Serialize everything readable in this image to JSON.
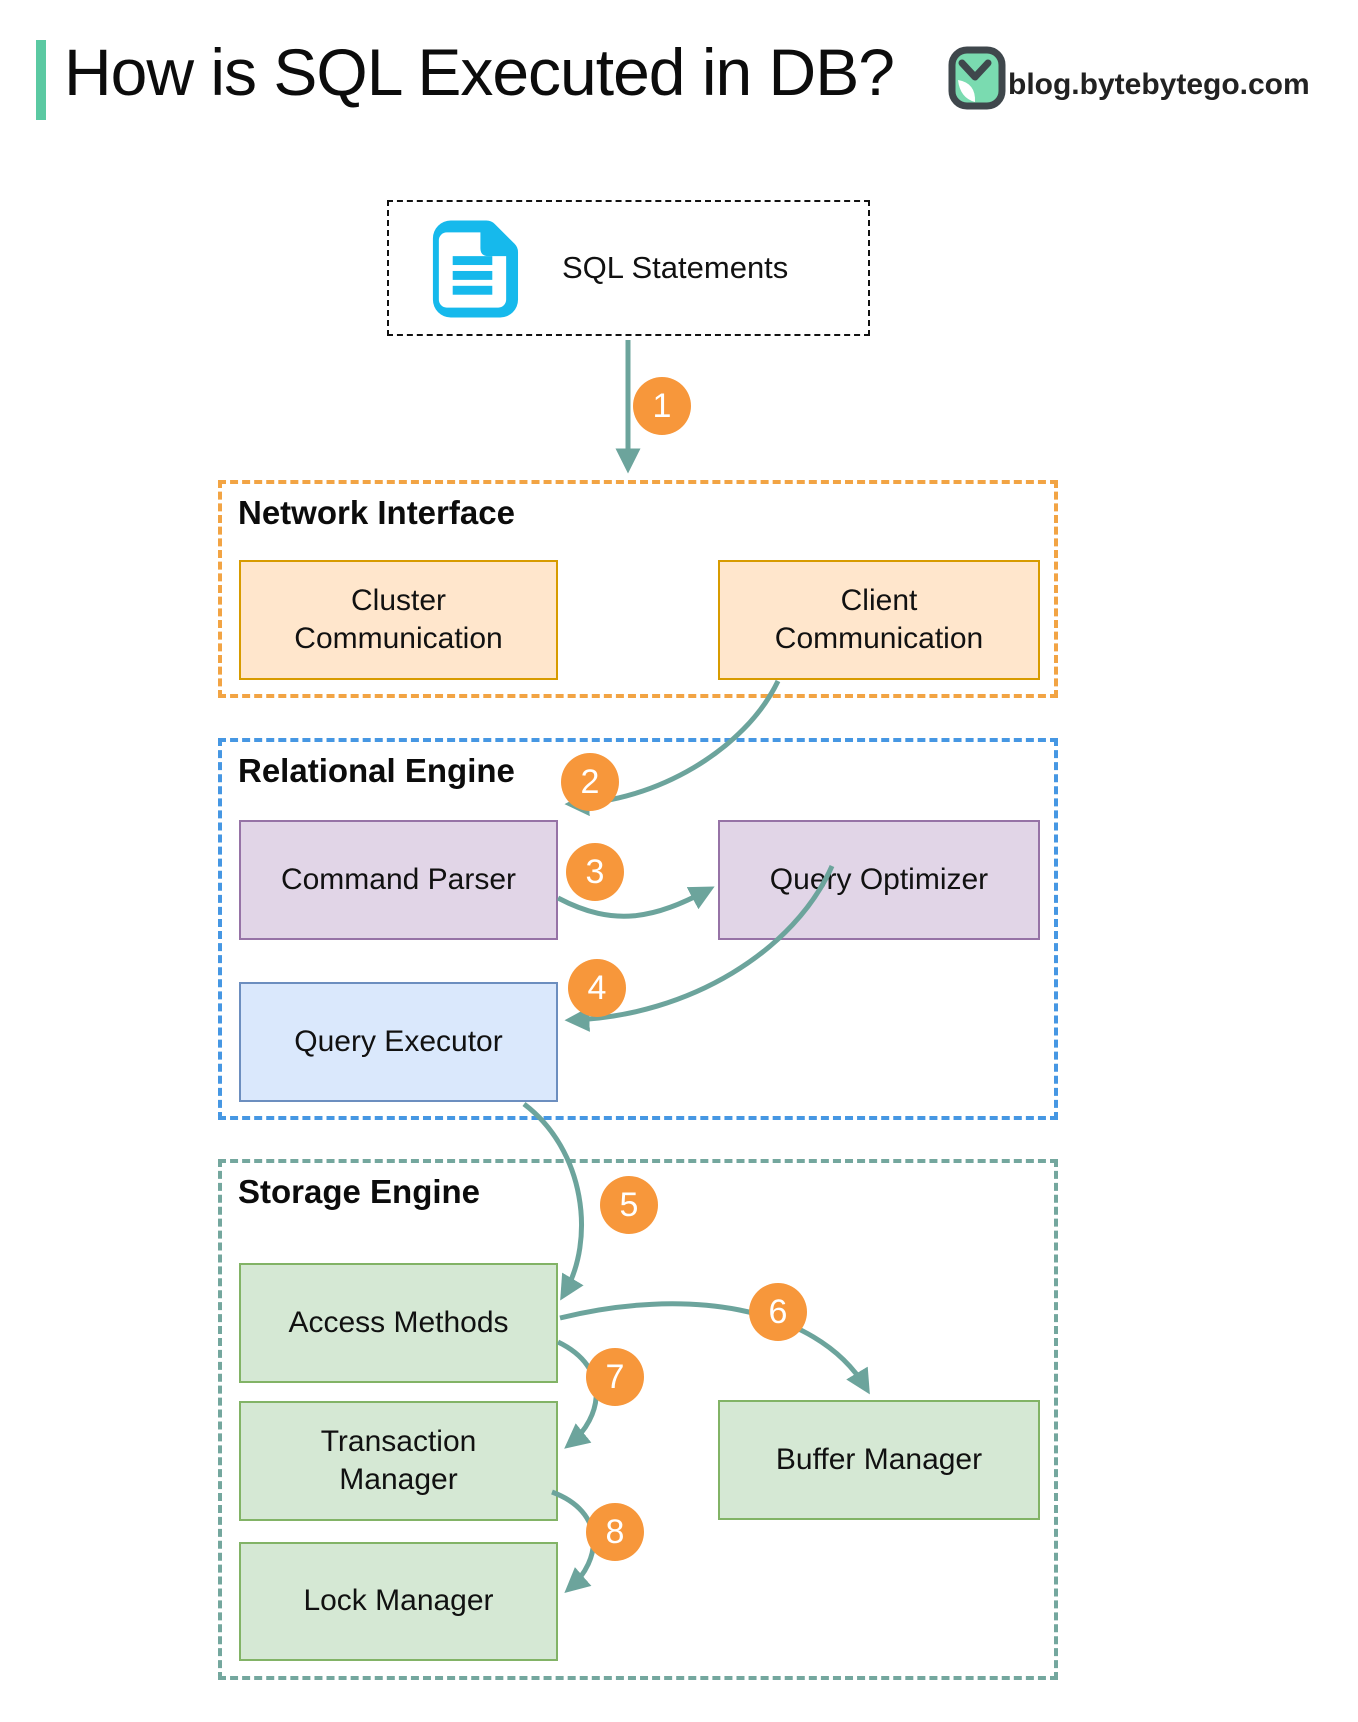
{
  "header": {
    "title": "How is SQL Executed in DB?",
    "brand": "blog.bytebytego.com"
  },
  "source": {
    "label": "SQL Statements"
  },
  "sections": {
    "network": {
      "title": "Network Interface",
      "boxes": {
        "cluster": {
          "label": "Cluster Communication"
        },
        "client": {
          "label": "Client Communication"
        }
      }
    },
    "relational": {
      "title": "Relational Engine",
      "boxes": {
        "parser": {
          "label": "Command Parser"
        },
        "optimizer": {
          "label": "Query Optimizer"
        },
        "executor": {
          "label": "Query Executor"
        }
      }
    },
    "storage": {
      "title": "Storage Engine",
      "boxes": {
        "access": {
          "label": "Access Methods"
        },
        "transaction": {
          "label": "Transaction Manager"
        },
        "lock": {
          "label": "Lock Manager"
        },
        "buffer": {
          "label": "Buffer Manager"
        }
      }
    }
  },
  "steps": [
    "1",
    "2",
    "3",
    "4",
    "5",
    "6",
    "7",
    "8"
  ],
  "flow": [
    {
      "step": "1",
      "from": "SQL Statements",
      "to": "Network Interface"
    },
    {
      "step": "2",
      "from": "Client Communication",
      "to": "Command Parser"
    },
    {
      "step": "3",
      "from": "Command Parser",
      "to": "Query Optimizer"
    },
    {
      "step": "4",
      "from": "Query Optimizer",
      "to": "Query Executor"
    },
    {
      "step": "5",
      "from": "Query Executor",
      "to": "Access Methods"
    },
    {
      "step": "6",
      "from": "Access Methods",
      "to": "Buffer Manager"
    },
    {
      "step": "7",
      "from": "Access Methods",
      "to": "Transaction Manager"
    },
    {
      "step": "8",
      "from": "Transaction Manager",
      "to": "Lock Manager"
    }
  ],
  "colors": {
    "accent_bar": "#5BC9A2",
    "logo_green": "#7ADBB0",
    "arrow_teal": "#6CA49C",
    "badge_orange": "#F7973B",
    "doc_icon_cyan": "#16B9EC",
    "network_border": "#F2A444",
    "relational_border": "#4697E3",
    "storage_border": "#74A79E",
    "orange_box": {
      "fill": "#FFE6CC",
      "stroke": "#D79B00"
    },
    "purple_box": {
      "fill": "#E1D5E7",
      "stroke": "#9673A6"
    },
    "blue_box": {
      "fill": "#DAE8FC",
      "stroke": "#6C8EBF"
    },
    "green_box": {
      "fill": "#D5E8D4",
      "stroke": "#82B366"
    }
  }
}
